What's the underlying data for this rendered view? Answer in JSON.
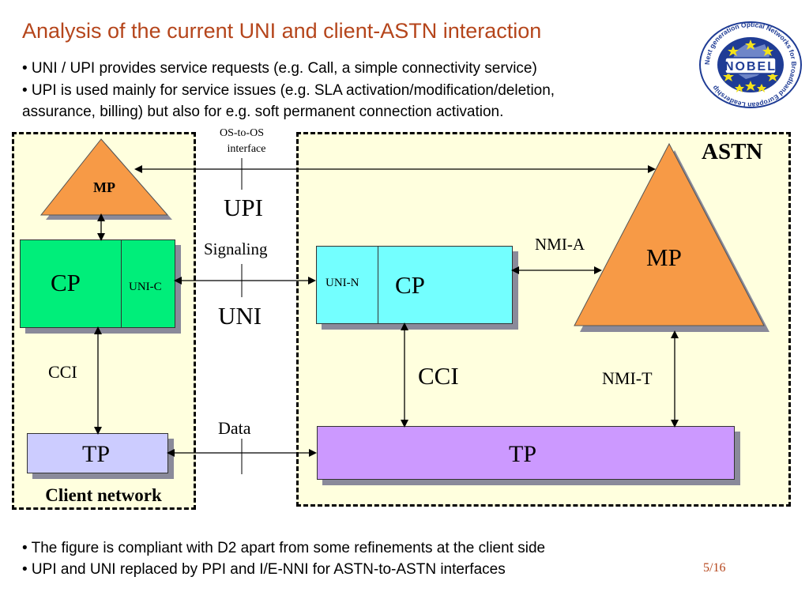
{
  "slide": {
    "title": "Analysis of the current UNI and client-ASTN interaction",
    "bullets_top": [
      "• UNI / UPI provides service requests (e.g. Call, a simple connectivity service)",
      "• UPI is used mainly for service issues (e.g. SLA activation/modification/deletion,",
      "assurance, billing) but also for e.g. soft permanent connection activation."
    ],
    "bullets_bottom": [
      "• The figure is compliant with D2 apart from some refinements at the client side",
      "• UPI and UNI replaced by PPI and I/E-NNI for ASTN-to-ASTN interfaces"
    ],
    "page_number": "5/16"
  },
  "logo": {
    "center_text": "NOBEL",
    "ring_text": "Next generation Optical Networks for Broadband European Leadership"
  },
  "diagram": {
    "client": {
      "region_label": "Client network",
      "mp_label": "MP",
      "cp_label": "CP",
      "unic_label": "UNI-C",
      "cci_label": "CCI",
      "tp_label": "TP"
    },
    "astn": {
      "region_label": "ASTN",
      "mp_label": "MP",
      "cp_label": "CP",
      "unin_label": "UNI-N",
      "cci_label": "CCI",
      "tp_label": "TP",
      "nmia_label": "NMI-A",
      "nmit_label": "NMI-T"
    },
    "interfaces": {
      "os_to_os_line1": "OS-to-OS",
      "os_to_os_line2": "interface",
      "upi_label": "UPI",
      "signaling_label": "Signaling",
      "uni_label": "UNI",
      "data_label": "Data"
    }
  },
  "colors": {
    "title": "#b5451b",
    "region_fill": "#ffffde",
    "mp_fill": "#f79a46",
    "client_cp_fill": "#00ee7a",
    "astn_cp_fill": "#73ffff",
    "client_tp_fill": "#ccccff",
    "astn_tp_fill": "#cc99ff",
    "logo_ring": "#1f3c95",
    "logo_star": "#f3e21a"
  }
}
